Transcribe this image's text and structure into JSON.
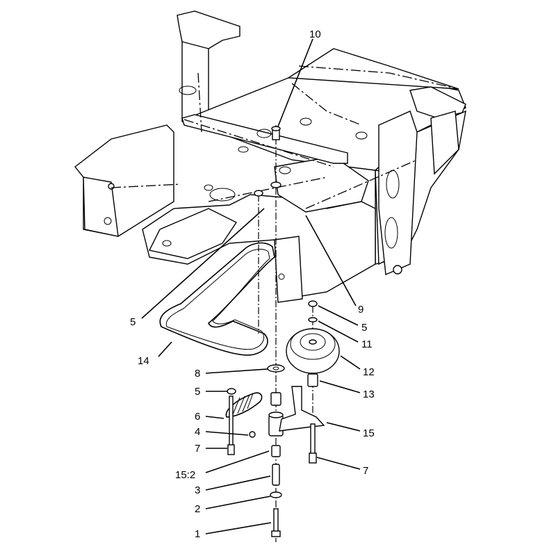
{
  "callouts": [
    {
      "id": "c10",
      "text": "10"
    },
    {
      "id": "c9",
      "text": "9"
    },
    {
      "id": "c5a",
      "text": "5"
    },
    {
      "id": "c5b",
      "text": "5"
    },
    {
      "id": "c11",
      "text": "11"
    },
    {
      "id": "c14",
      "text": "14"
    },
    {
      "id": "c12",
      "text": "12"
    },
    {
      "id": "c8",
      "text": "8"
    },
    {
      "id": "c13",
      "text": "13"
    },
    {
      "id": "c5c",
      "text": "5"
    },
    {
      "id": "c6",
      "text": "6"
    },
    {
      "id": "c15",
      "text": "15"
    },
    {
      "id": "c4",
      "text": "4"
    },
    {
      "id": "c7a",
      "text": "7"
    },
    {
      "id": "c7b",
      "text": "7"
    },
    {
      "id": "c152",
      "text": "15:2"
    },
    {
      "id": "c3",
      "text": "3"
    },
    {
      "id": "c2",
      "text": "2"
    },
    {
      "id": "c1",
      "text": "1"
    }
  ]
}
